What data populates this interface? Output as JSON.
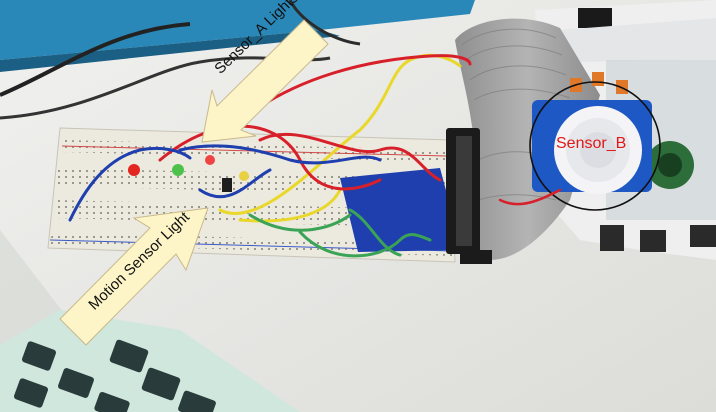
{
  "annotations": {
    "sensor_a_lights": "Sensor_A Lights",
    "motion_sensor_light": "Motion Sensor Light",
    "sensor_b": "Sensor_B"
  },
  "colors": {
    "callout_fill": "#fdf4c8",
    "callout_stroke": "#c9b98a",
    "sensor_b_text": "#e01818",
    "wire_red": "#d8202a",
    "wire_yellow": "#e9d82a",
    "wire_blue": "#1f3fae",
    "wire_green": "#3aa356",
    "breadboard": "#ece9df",
    "ribbon_cable": "#a4a4a4",
    "monitor": "#2a88b8"
  }
}
